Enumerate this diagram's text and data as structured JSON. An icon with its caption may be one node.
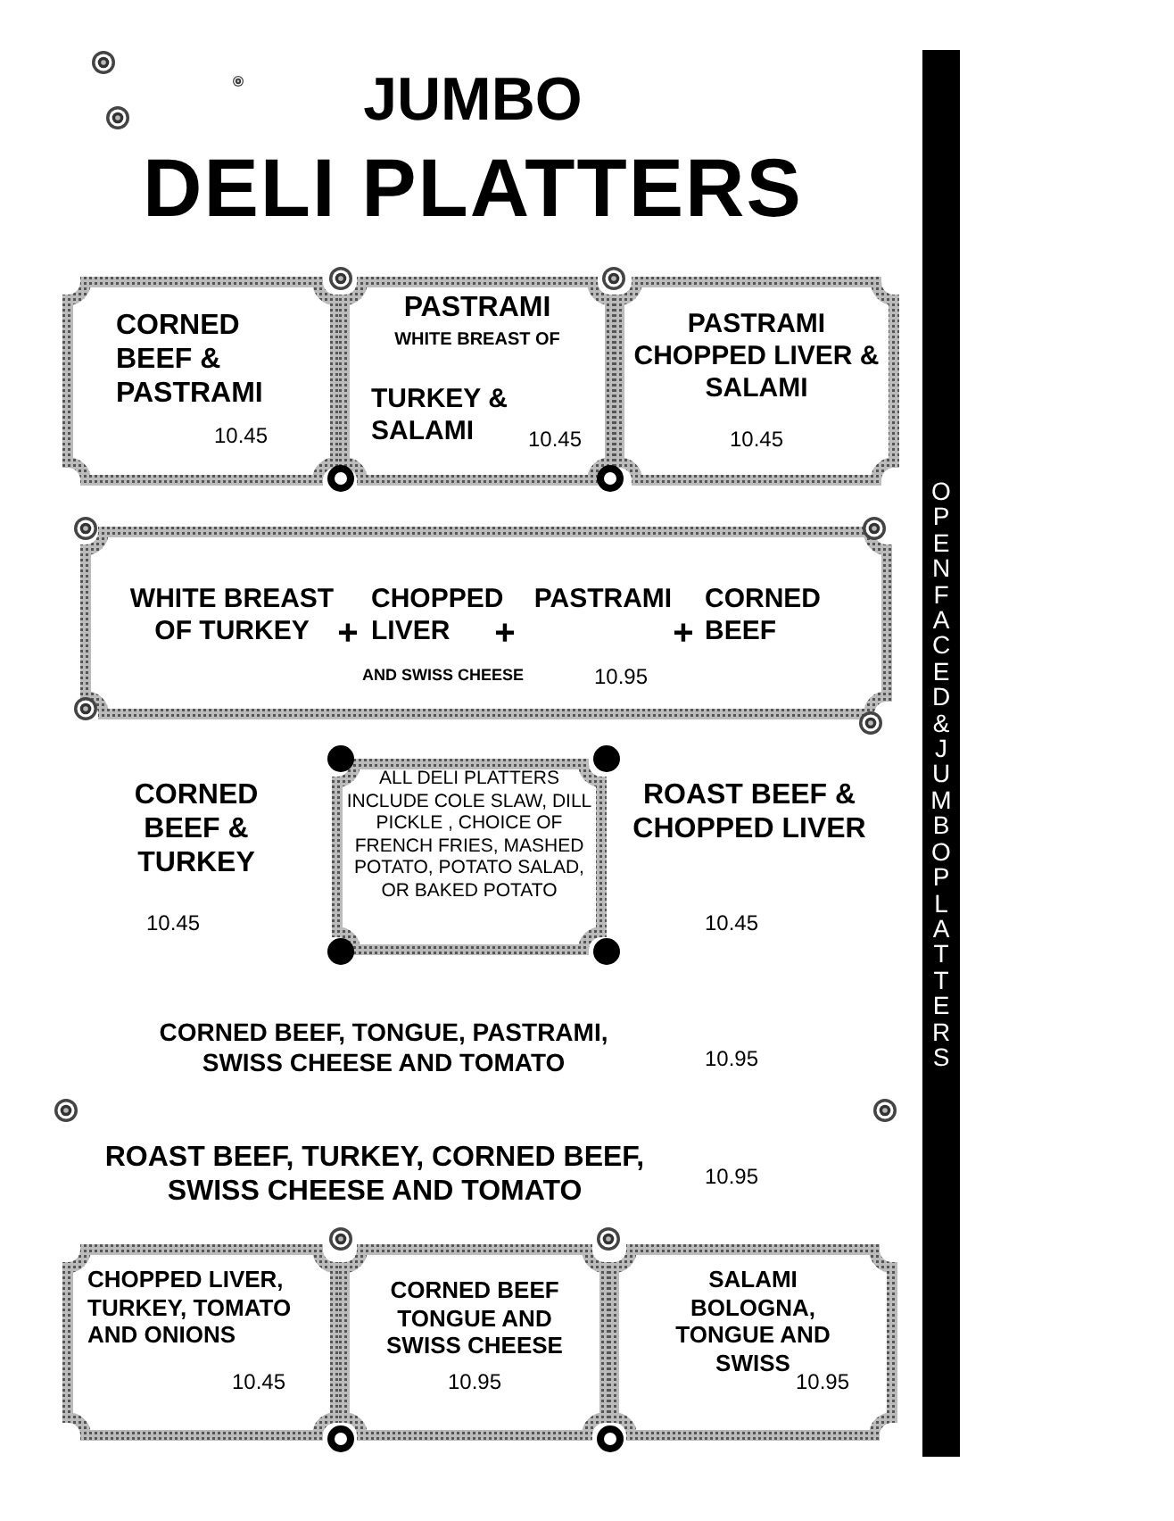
{
  "diagram": {
    "title": "DELI PLATTERS",
    "nodes": [
      {
        "text": [
          "CORNED BEEF & PASTRAMI",
          "10.45"
        ]
      },
      {
        "text": [
          "PASTRAMI",
          "WHITE BREAST OF",
          "TURKEY & SALAMI",
          "10.45"
        ]
      },
      {
        "text": [
          "PASTRAMI CHOPPED LIVER & SALAMI",
          "10.45"
        ]
      },
      {
        "text": [
          "WHITE BREAST OF TURKEY",
          "+",
          "CHOPPED LIVER",
          "+",
          "PASTRAMI",
          "+",
          "CORNED BEEF",
          "AND SWISS CHEESE",
          "10.95"
        ]
      },
      {
        "text": [
          "ALL DELI PLATTERS INCLUDE COLE SLAW, DILL PICKLE , CHOICE OF FRENCH FRIES, MASHED POTATO, POTATO SALAD, OR BAKED POTATO"
        ]
      },
      {
        "text": [
          "CHOPPED LIVER, TURKEY, TOMATO AND ONIONS",
          "10.45"
        ]
      },
      {
        "text": [
          "CORNED BEEF TONGUE AND SWISS CHEESE",
          "10.95"
        ]
      },
      {
        "text": [
          "SALAMI BOLOGNA, TONGUE AND SWISS",
          "10.95"
        ]
      }
    ],
    "labels": [
      "JUMBO",
      "CORNED BEEF & TURKEY",
      "10.45",
      "ROAST BEEF & CHOPPED LIVER",
      "10.45",
      "CORNED BEEF, TONGUE, PASTRAMI, SWISS CHEESE AND TOMATO",
      "10.95",
      "ROAST BEEF, TURKEY, CORNED BEEF, SWISS CHEESE AND TOMATO",
      "10.95",
      "OPEN FACED & JUMBO PLATTERS"
    ]
  }
}
